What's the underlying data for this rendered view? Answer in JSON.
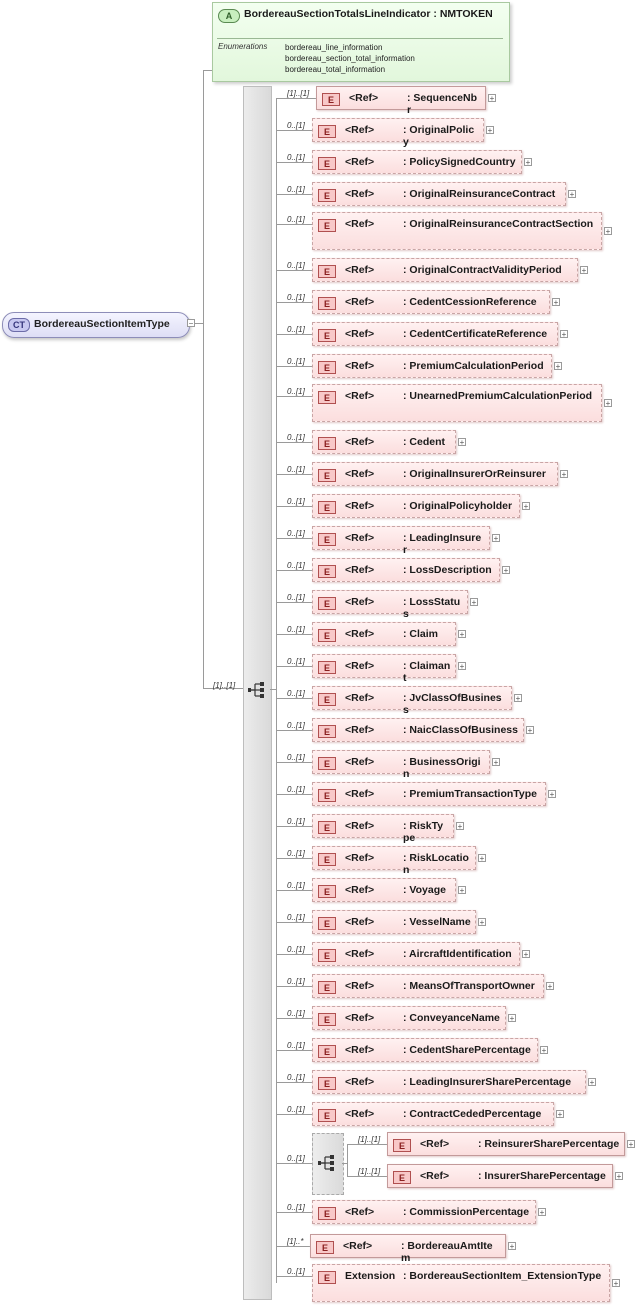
{
  "attribute": {
    "badge": "A",
    "title": "BordereauSectionTotalsLineIndicator : NMTOKEN",
    "enum_label": "Enumerations",
    "enumerations": [
      "bordereau_line_information",
      "bordereau_section_total_information",
      "bordereau_total_information"
    ]
  },
  "complex_type": {
    "badge": "CT",
    "name": "BordereauSectionItemType"
  },
  "sequence_multiplicity": "[1]..[1]",
  "elements": [
    {
      "mult": "[1]..[1]",
      "kind": "<Ref>",
      "name": ": SequenceNbr"
    },
    {
      "mult": "0..[1]",
      "kind": "<Ref>",
      "name": ": OriginalPolicy"
    },
    {
      "mult": "0..[1]",
      "kind": "<Ref>",
      "name": ": PolicySignedCountry"
    },
    {
      "mult": "0..[1]",
      "kind": "<Ref>",
      "name": ": OriginalReinsuranceContract"
    },
    {
      "mult": "0..[1]",
      "kind": "<Ref>",
      "name": ": OriginalReinsuranceContractSection"
    },
    {
      "mult": "0..[1]",
      "kind": "<Ref>",
      "name": ": OriginalContractValidityPeriod"
    },
    {
      "mult": "0..[1]",
      "kind": "<Ref>",
      "name": ": CedentCessionReference"
    },
    {
      "mult": "0..[1]",
      "kind": "<Ref>",
      "name": ": CedentCertificateReference"
    },
    {
      "mult": "0..[1]",
      "kind": "<Ref>",
      "name": ": PremiumCalculationPeriod"
    },
    {
      "mult": "0..[1]",
      "kind": "<Ref>",
      "name": ": UnearnedPremiumCalculationPeriod"
    },
    {
      "mult": "0..[1]",
      "kind": "<Ref>",
      "name": ": Cedent"
    },
    {
      "mult": "0..[1]",
      "kind": "<Ref>",
      "name": ": OriginalInsurerOrReinsurer"
    },
    {
      "mult": "0..[1]",
      "kind": "<Ref>",
      "name": ": OriginalPolicyholder"
    },
    {
      "mult": "0..[1]",
      "kind": "<Ref>",
      "name": ": LeadingInsurer"
    },
    {
      "mult": "0..[1]",
      "kind": "<Ref>",
      "name": ": LossDescription"
    },
    {
      "mult": "0..[1]",
      "kind": "<Ref>",
      "name": ": LossStatus"
    },
    {
      "mult": "0..[1]",
      "kind": "<Ref>",
      "name": ": Claim"
    },
    {
      "mult": "0..[1]",
      "kind": "<Ref>",
      "name": ": Claimant"
    },
    {
      "mult": "0..[1]",
      "kind": "<Ref>",
      "name": ": JvClassOfBusiness"
    },
    {
      "mult": "0..[1]",
      "kind": "<Ref>",
      "name": ": NaicClassOfBusiness"
    },
    {
      "mult": "0..[1]",
      "kind": "<Ref>",
      "name": ": BusinessOrigin"
    },
    {
      "mult": "0..[1]",
      "kind": "<Ref>",
      "name": ": PremiumTransactionType"
    },
    {
      "mult": "0..[1]",
      "kind": "<Ref>",
      "name": ": RiskType"
    },
    {
      "mult": "0..[1]",
      "kind": "<Ref>",
      "name": ": RiskLocation"
    },
    {
      "mult": "0..[1]",
      "kind": "<Ref>",
      "name": ": Voyage"
    },
    {
      "mult": "0..[1]",
      "kind": "<Ref>",
      "name": ": VesselName"
    },
    {
      "mult": "0..[1]",
      "kind": "<Ref>",
      "name": ": AircraftIdentification"
    },
    {
      "mult": "0..[1]",
      "kind": "<Ref>",
      "name": ": MeansOfTransportOwner"
    },
    {
      "mult": "0..[1]",
      "kind": "<Ref>",
      "name": ": ConveyanceName"
    },
    {
      "mult": "0..[1]",
      "kind": "<Ref>",
      "name": ": CedentSharePercentage"
    },
    {
      "mult": "0..[1]",
      "kind": "<Ref>",
      "name": ": LeadingInsurerSharePercentage"
    },
    {
      "mult": "0..[1]",
      "kind": "<Ref>",
      "name": ": ContractCededPercentage"
    },
    {
      "mult": "0..[1]",
      "kind": "<Ref>",
      "name": ": CommissionPercentage"
    },
    {
      "mult": "[1]..*",
      "kind": "<Ref>",
      "name": ": BordereauAmtItem"
    },
    {
      "mult": "0..[1]",
      "kind": "Extension",
      "name": ": BordereauSectionItem_ExtensionType"
    }
  ],
  "inner_sequence": {
    "mult": "0..[1]",
    "elements": [
      {
        "mult": "[1]..[1]",
        "kind": "<Ref>",
        "name": ": ReinsurerSharePercentage"
      },
      {
        "mult": "[1]..[1]",
        "kind": "<Ref>",
        "name": ": InsurerSharePercentage"
      }
    ]
  }
}
